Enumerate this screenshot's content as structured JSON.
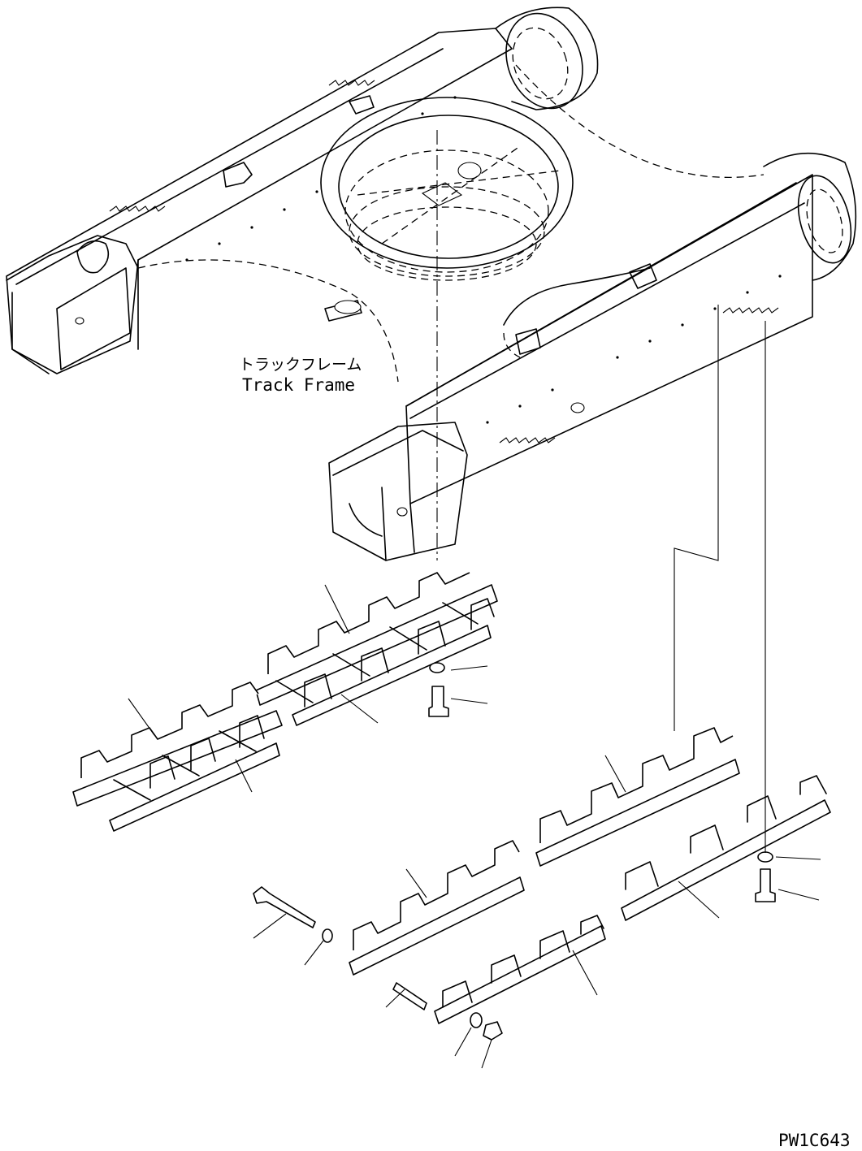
{
  "labels": {
    "track_frame_jp": "トラックフレーム",
    "track_frame_en": "Track Frame",
    "figure_code": "PW1C643"
  }
}
